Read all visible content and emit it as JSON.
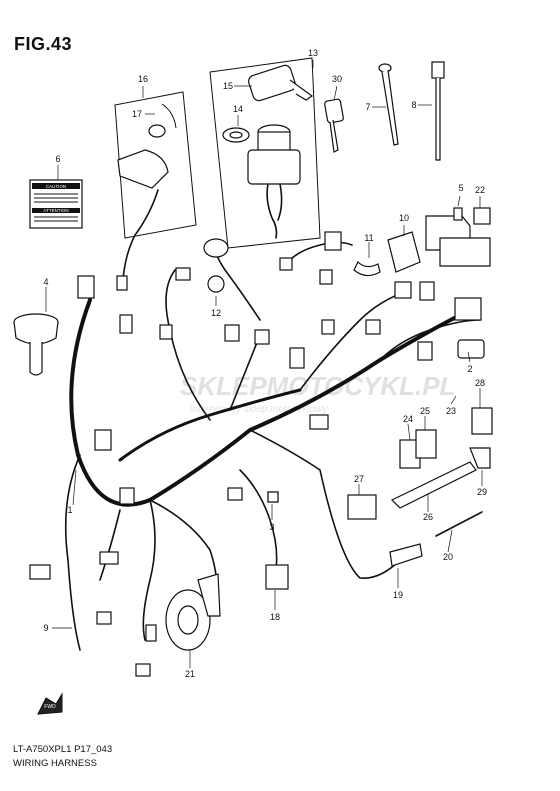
{
  "figure": {
    "title": "FIG.43",
    "model_code": "LT-A750XPL1 P17_043",
    "caption": "WIRING HARNESS"
  },
  "labels": {
    "caution": "CAUTION",
    "attention": "ATTENTION",
    "fwd": "FWD"
  },
  "watermark": {
    "brand": "SKLEPMOTOCYKL.PL",
    "tagline": "internetowy sklep motocyklowy",
    "color_primary": "#c8c8c8",
    "color_accent": "#e07070"
  },
  "callouts": [
    "1",
    "2",
    "3",
    "4",
    "5",
    "6",
    "7",
    "8",
    "9",
    "10",
    "11",
    "12",
    "13",
    "14",
    "15",
    "16",
    "17",
    "18",
    "19",
    "20",
    "21",
    "22",
    "23",
    "24",
    "25",
    "26",
    "27",
    "28",
    "29",
    "30"
  ]
}
